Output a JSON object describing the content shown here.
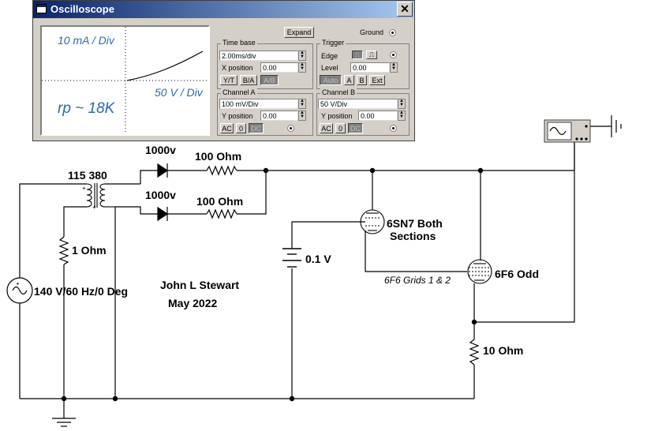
{
  "oscilloscope": {
    "title": "Oscilloscope",
    "expand_label": "Expand",
    "ground_label": "Ground",
    "screen": {
      "y_scale_label": "10 mA / Div",
      "x_scale_label": "50 V / Div",
      "annotation": "rp ~ 18K"
    },
    "time_base": {
      "title": "Time base",
      "value": "2.00ms/div",
      "x_position_label": "X position",
      "x_position_value": "0.00",
      "mode_buttons": [
        "Y/T",
        "B/A",
        "A/B"
      ]
    },
    "trigger": {
      "title": "Trigger",
      "edge_label": "Edge",
      "level_label": "Level",
      "level_value": "0.00",
      "buttons": [
        "Auto",
        "A",
        "B",
        "Ext"
      ]
    },
    "channel_a": {
      "title": "Channel A",
      "value": "100 mV/Div",
      "y_position_label": "Y position",
      "y_position_value": "0.00",
      "coupling": [
        "AC",
        "0",
        "DC"
      ]
    },
    "channel_b": {
      "title": "Channel B",
      "value": "50 V/Div",
      "y_position_label": "Y position",
      "y_position_value": "0.00",
      "coupling": [
        "AC",
        "0",
        "DC"
      ]
    }
  },
  "schematic": {
    "diode_top_label": "1000v",
    "diode_bottom_label": "1000v",
    "resistor_top_label": "100  Ohm",
    "resistor_bottom_label": "100  Ohm",
    "transformer_label": "115 380",
    "shunt_resistor_label": "1  Ohm",
    "source_label": "140 V/60 Hz/0 Deg",
    "battery_label": "0.1 V",
    "tube1_label_line1": "6SN7 Both",
    "tube1_label_line2": "Sections",
    "grid_note": "6F6 Grids 1 & 2",
    "tube2_label": "6F6 Odd",
    "cathode_resistor_label": "10  Ohm",
    "author": "John L Stewart",
    "date": "May 2022"
  }
}
